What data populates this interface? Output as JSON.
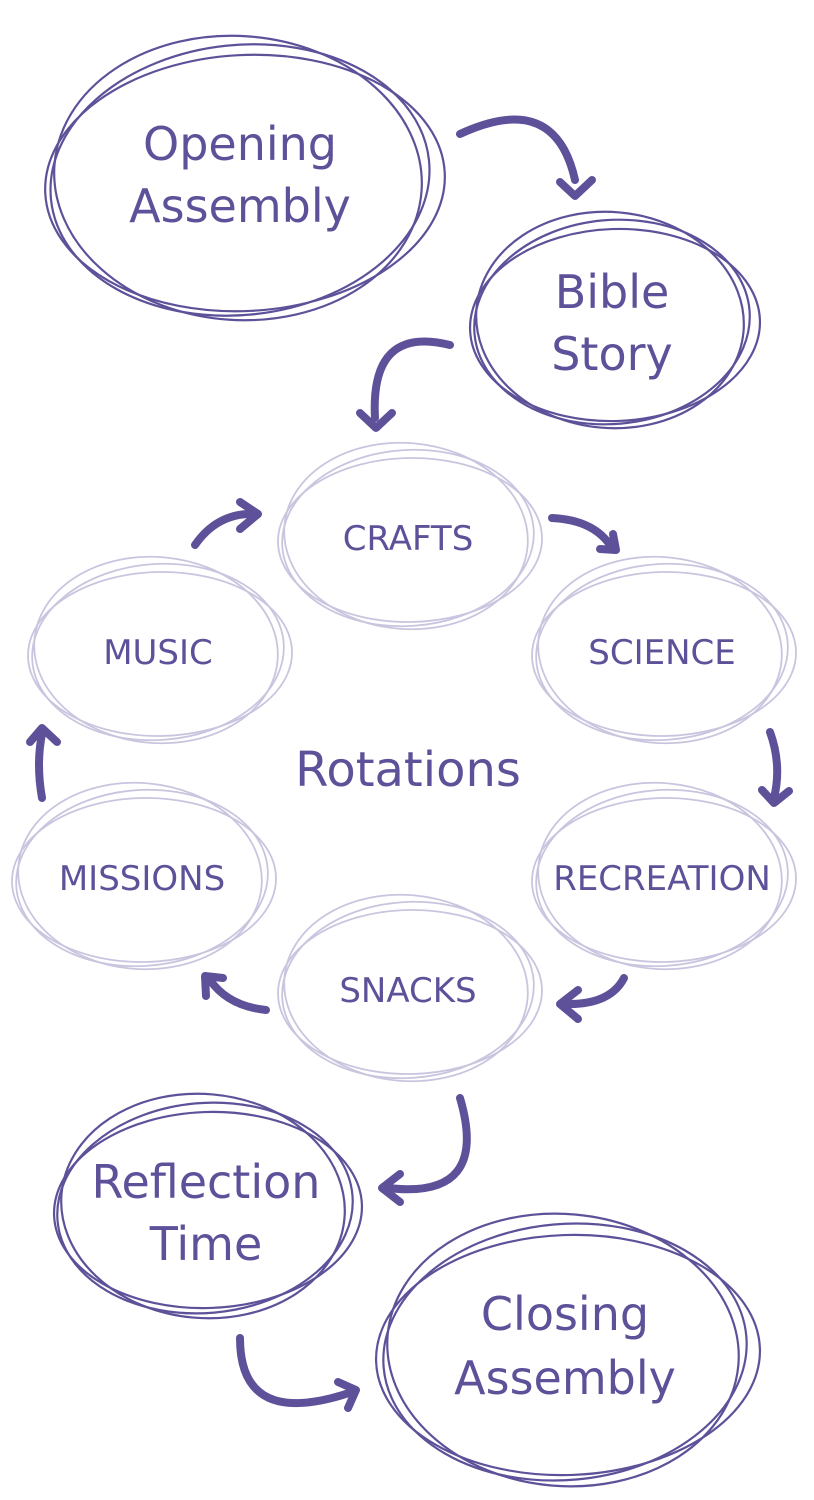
{
  "stages": [
    {
      "id": "opening-assembly",
      "lines": [
        "Opening",
        "Assembly"
      ]
    },
    {
      "id": "bible-story",
      "lines": [
        "Bible",
        "Story"
      ]
    },
    {
      "id": "reflection-time",
      "lines": [
        "Reflection",
        "Time"
      ]
    },
    {
      "id": "closing-assembly",
      "lines": [
        "Closing",
        "Assembly"
      ]
    }
  ],
  "rotations": {
    "label": "Rotations",
    "stations": [
      {
        "id": "crafts",
        "label": "CRAFTS"
      },
      {
        "id": "science",
        "label": "SCIENCE"
      },
      {
        "id": "recreation",
        "label": "RECREATION"
      },
      {
        "id": "snacks",
        "label": "SNACKS"
      },
      {
        "id": "missions",
        "label": "MISSIONS"
      },
      {
        "id": "music",
        "label": "MUSIC"
      }
    ]
  },
  "colors": {
    "primary": "#5e5199",
    "rotation_ring": "#c9c5df",
    "background": "#ffffff"
  }
}
